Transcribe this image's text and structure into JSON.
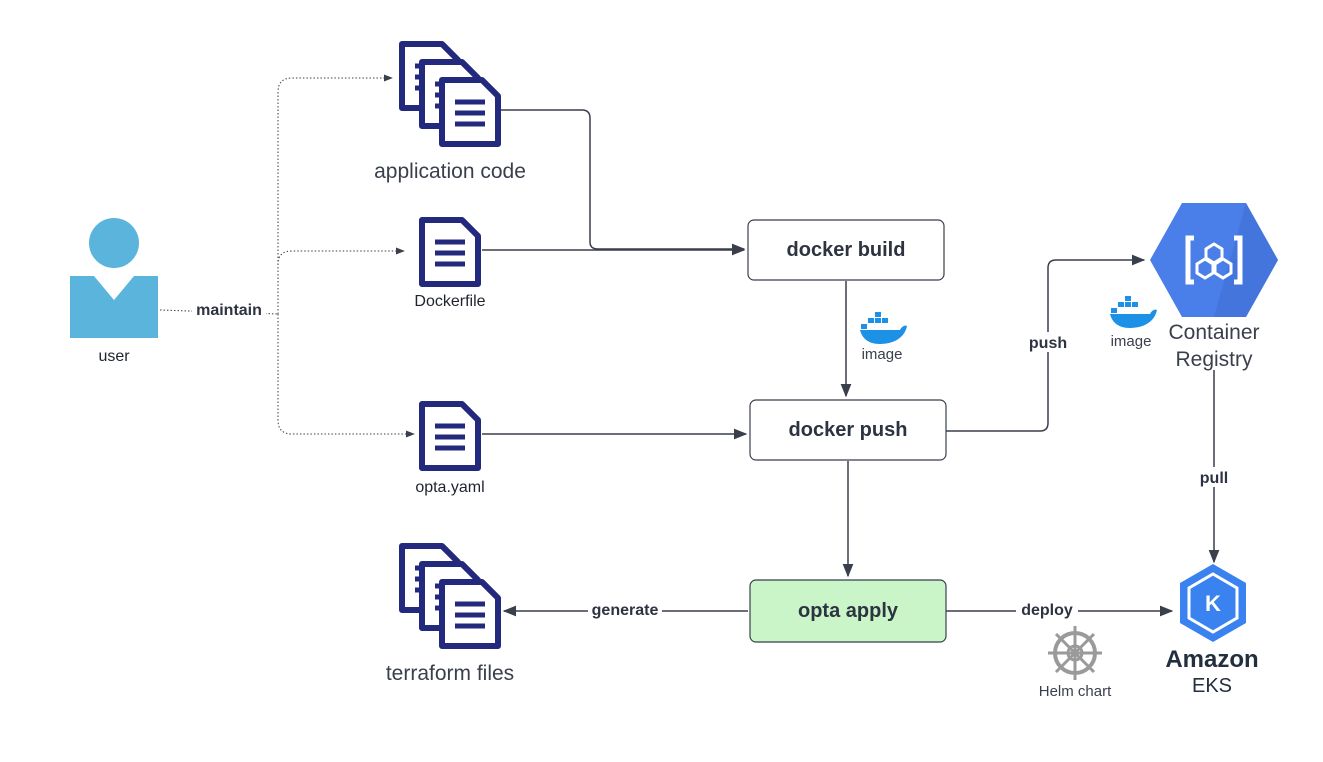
{
  "nodes": {
    "user": "user",
    "application_code": "application code",
    "dockerfile": "Dockerfile",
    "opta_yaml": "opta.yaml",
    "docker_build": "docker build",
    "docker_push": "docker push",
    "opta_apply": "opta apply",
    "terraform_files": "terraform files",
    "container_registry_line1": "Container",
    "container_registry_line2": "Registry",
    "amazon": "Amazon",
    "eks": "EKS",
    "helm_chart": "Helm chart"
  },
  "edges": {
    "maintain": "maintain",
    "image_build": "image",
    "image_registry": "image",
    "push": "push",
    "pull": "pull",
    "generate": "generate",
    "deploy": "deploy"
  },
  "colors": {
    "file_icon": "#232a7e",
    "user_icon": "#5ab4dc",
    "docker_blue": "#1d91e6",
    "gcp_blue": "#4a7ee8",
    "eks_blue": "#3a82f0",
    "opta_fill": "#c9f5c9",
    "helm_gray": "#9a9a9a"
  },
  "icons": [
    "user-icon",
    "files-stack-icon",
    "document-icon",
    "docker-whale-icon",
    "artifact-registry-icon",
    "kubernetes-eks-icon",
    "helm-wheel-icon"
  ]
}
